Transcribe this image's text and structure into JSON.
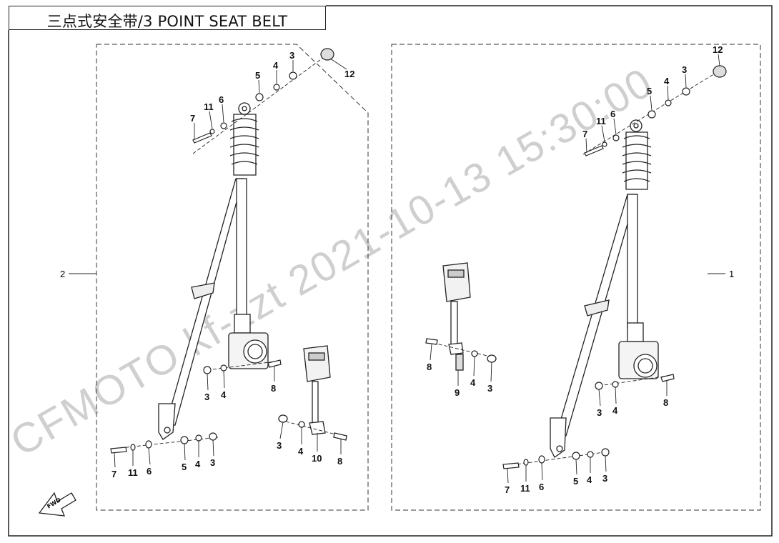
{
  "title": "三点式安全带/3 POINT SEAT BELT",
  "watermark": "CFMOTO  kf-zzt  2021-10-13  15:30:00",
  "fwd_label": "FWD",
  "assemblies": {
    "left": {
      "ref": "2"
    },
    "right": {
      "ref": "1"
    }
  },
  "callouts": {
    "L12": "12",
    "L3a": "3",
    "L4a": "4",
    "L5a": "5",
    "L6a": "6",
    "L11a": "11",
    "L7a": "7",
    "L3b": "3",
    "L4b": "4",
    "L8a": "8",
    "L7b": "7",
    "L11b": "11",
    "L6b": "6",
    "L5b": "5",
    "L4c": "4",
    "L3c": "3",
    "L3d": "3",
    "L4d": "4",
    "L10": "10",
    "L8b": "8",
    "R12": "12",
    "R3a": "3",
    "R4a": "4",
    "R5a": "5",
    "R6a": "6",
    "R11a": "11",
    "R7a": "7",
    "R8a": "8",
    "R9": "9",
    "R4b": "4",
    "R3b": "3",
    "R3c": "3",
    "R4c": "4",
    "R8b": "8",
    "R7b": "7",
    "R11b": "11",
    "R6b": "6",
    "R5b": "5",
    "R4d": "4",
    "R3d": "3"
  },
  "colors": {
    "line": "#222222",
    "watermark": "#c8c8c8"
  }
}
